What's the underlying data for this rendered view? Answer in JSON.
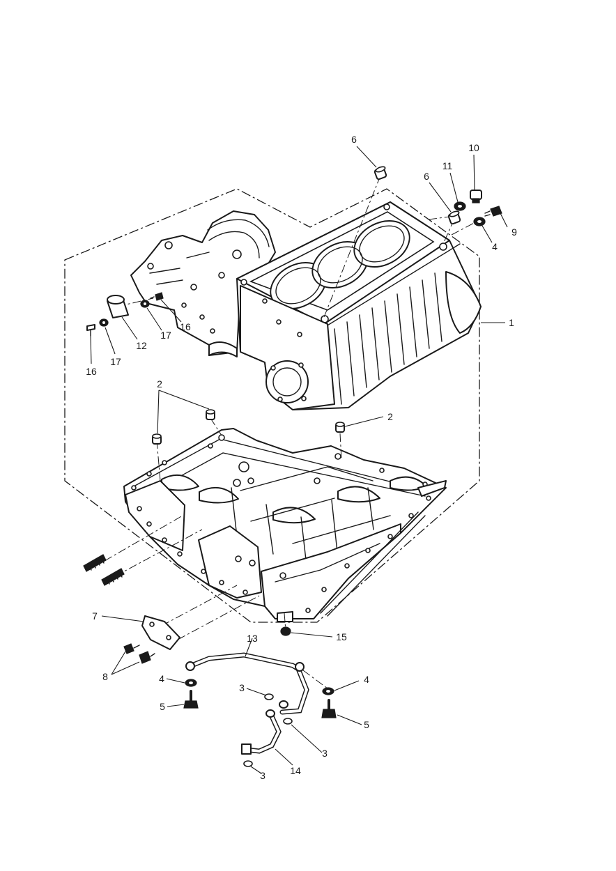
{
  "diagram": {
    "callouts": [
      {
        "id": "c-6a",
        "label": "6"
      },
      {
        "id": "c-10",
        "label": "10"
      },
      {
        "id": "c-11",
        "label": "11"
      },
      {
        "id": "c-6b",
        "label": "6"
      },
      {
        "id": "c-9",
        "label": "9"
      },
      {
        "id": "c-4a",
        "label": "4"
      },
      {
        "id": "c-1",
        "label": "1"
      },
      {
        "id": "c-12",
        "label": "12"
      },
      {
        "id": "c-17a",
        "label": "17"
      },
      {
        "id": "c-16a",
        "label": "16"
      },
      {
        "id": "c-17b",
        "label": "17"
      },
      {
        "id": "c-16b",
        "label": "16"
      },
      {
        "id": "c-2a",
        "label": "2"
      },
      {
        "id": "c-2b",
        "label": "2"
      },
      {
        "id": "c-7",
        "label": "7"
      },
      {
        "id": "c-15",
        "label": "15"
      },
      {
        "id": "c-13",
        "label": "13"
      },
      {
        "id": "c-8",
        "label": "8"
      },
      {
        "id": "c-4b",
        "label": "4"
      },
      {
        "id": "c-4c",
        "label": "4"
      },
      {
        "id": "c-5a",
        "label": "5"
      },
      {
        "id": "c-3a",
        "label": "3"
      },
      {
        "id": "c-5b",
        "label": "5"
      },
      {
        "id": "c-3b",
        "label": "3"
      },
      {
        "id": "c-14",
        "label": "14"
      },
      {
        "id": "c-3c",
        "label": "3"
      }
    ]
  }
}
